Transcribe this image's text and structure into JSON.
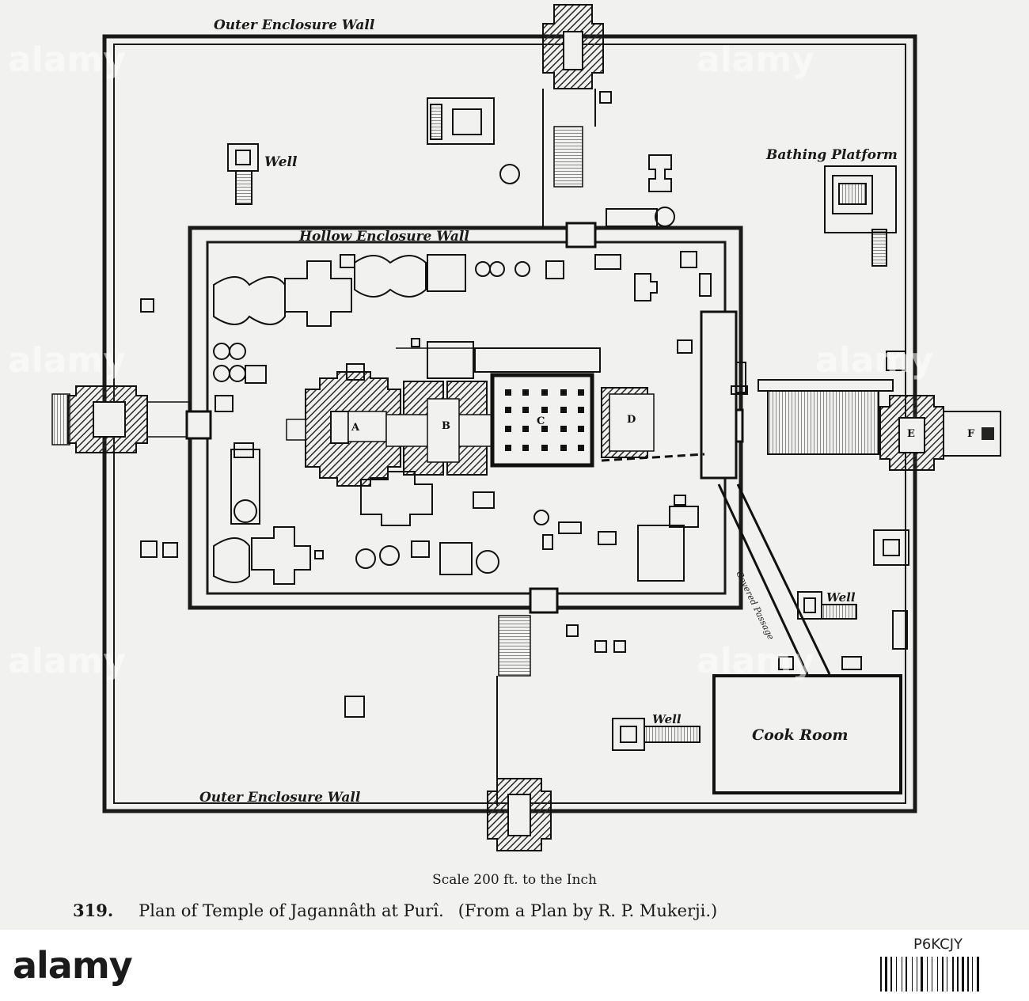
{
  "figure": {
    "number": "319.",
    "title": "Plan of Temple of Jagannâth at Purî.",
    "source": "(From a Plan by R. P. Mukerji.)",
    "scale": "Scale 200 ft. to the Inch"
  },
  "labels": {
    "outer_wall_top": "Outer Enclosure Wall",
    "outer_wall_bottom": "Outer Enclosure Wall",
    "hollow_wall": "Hollow Enclosure Wall",
    "well_nw": "Well",
    "well_se": "Well",
    "well_s": "Well",
    "bathing_platform": "Bathing Platform",
    "cook_room": "Cook Room",
    "covered_passage": "Covered Passage"
  },
  "letters": [
    "A",
    "B",
    "C",
    "D",
    "E",
    "F"
  ],
  "watermark": {
    "text": "alamy"
  },
  "footer": {
    "brand": "alamy",
    "stock_id": "P6KCJY"
  },
  "colors": {
    "ink": "#1a1a1a",
    "hatch": "#4a4a4a",
    "paper": "#f1f1ef"
  }
}
